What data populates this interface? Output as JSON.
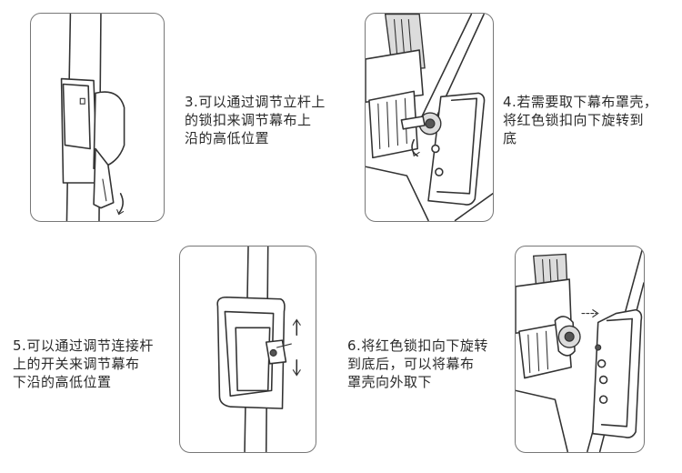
{
  "steps": [
    {
      "number": "3.",
      "text": "可以通过调节立杆上\n的锁扣来调节幕布上\n沿的高低位置"
    },
    {
      "number": "4.",
      "text": "若需要取下幕布罩壳，\n将红色锁扣向下旋转到\n底"
    },
    {
      "number": "5.",
      "text": "可以通过调节连接杆\n上的开关来调节幕布\n下沿的高低位置"
    },
    {
      "number": "6.",
      "text": "将红色锁扣向下旋转\n到底后，可以将幕布\n罩壳向外取下"
    }
  ]
}
